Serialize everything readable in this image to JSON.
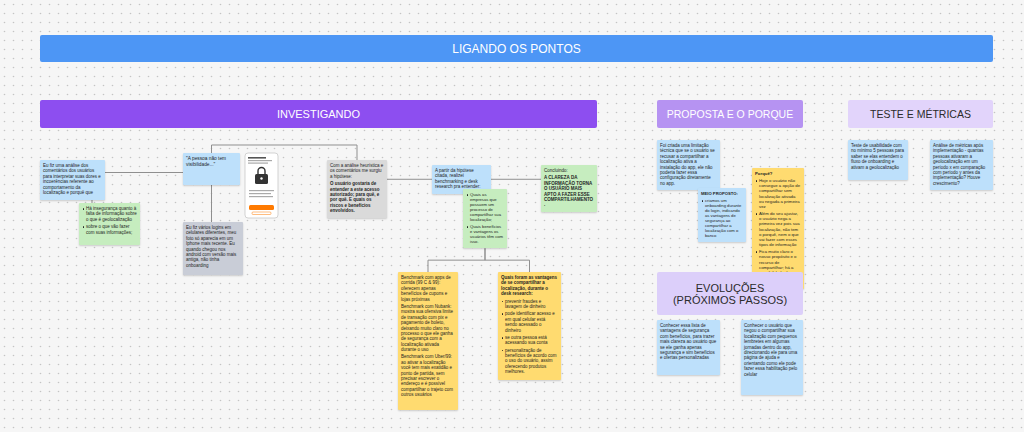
{
  "diagram": {
    "nodes": [
      {
        "text": [
          "LIGANDO OS PONTOS"
        ]
      },
      {
        "text": [
          "INVESTIGANDO"
        ]
      },
      {
        "text": [
          "PROPOSTA E O PORQUE"
        ]
      },
      {
        "text": [
          "TESTE E MÉTRICAS"
        ]
      },
      {
        "text": [
          "Eu fiz uma análise dos comentários dos usuários para interpretar suas dores e incoerências referente ao comportamento da localização e porquê que"
        ]
      },
      {
        "text": [
          "Há insegurança quanto à falta de informação sobre o que é geolocalização",
          "sobre o que vão fazer com suas informações;"
        ]
      },
      {
        "text": [
          "\"A pessoa não tem visibilidade...\""
        ]
      },
      {
        "text": [
          "Eu fiz vários logins em celulares diferentes, meu foto só aparecia em um Iphone mais recente. Eu quando chegou nos android com versão mais antiga, não tinha onboarding"
        ]
      },
      {
        "text": [
          "Com a análise heurística e os comentários me surgiu a hipótese:",
          "O usuário gostaria de entender a este acesso autorizado; para quê, e por quê. E quais os riscos e benefícios envolvidos."
        ]
      },
      {
        "text": [
          "A partir da hipótese citada, realizei benchmarking e desk research pra entender:"
        ]
      },
      {
        "text": [
          "Quais as empresas que possuem um processo de compartilhar sua localização;",
          "Quais benefícios e vantagens os usuários têm com isso."
        ]
      },
      {
        "text": [
          "Concluindo:",
          "A CLAREZA DA INFORMAÇÃO TORNA O USUÁRIO MAIS APTO A FAZER ESSE COMPARTILHAMENTO."
        ]
      },
      {
        "text": [
          "Benchmark com apps de corrida (99 C & 99): oferecem apenas benefícios de cupons e lojas próximas",
          "Benchmark com Nubank: mostra sua ofensiva limite de transação com pix e pagamento de boleto, deixando muito claro no processo o que ele ganha de segurança com a localização ativada durante o uso",
          "Benchmark com Uber/99: ao ativar a localização você tem mais exatidão e ponto de partida, sem precisar escrever o endereço e é possível compartilhar o trajeto com outros usuários"
        ]
      },
      {
        "text": [
          "Quais foram as vantagens de se compartilhar a localização, durante o desk research:",
          "prevenir fraudes e lavagem de dinheiro",
          "pode identificar acesso e em qual celular está sendo acessado o dinheiro",
          "se outra pessoa está acessando sua conta",
          "personalização de benefícios de acordo com o uso do usuário, assim oferecendo produtos melhores."
        ]
      },
      {
        "text": [
          "Foi criada uma limitação técnica que se o usuário se recusar a compartilhar a localização ativa a instalação do app, ele não poderia fazer essa configuração diretamente no app."
        ]
      },
      {
        "text": [
          "MEIO PROPOSTO:",
          "criamos um onboarding durante do login, indicando as vantagens de segurança ao compartilhar a localização com o banco"
        ]
      },
      {
        "text": [
          "Porquê?",
          "Hoje o usuário não consegue a opção de compartilhar sem localização ativada ou negada a primeira vez",
          "Além do seu ajustar, o usuário nega a primeira vez pois sua localização, não tem o porquê, nem o que vai fazer com esses tipos de informação",
          "Fica muito claro o nosso propósito e o recurso de compartilhar; há a possibilidade de compartilhar sua localização"
        ]
      },
      {
        "text": [
          "Teste de usabilidade com no mínimo 5 pessoas para saber se elas entendem o fluxo de onboarding e ativam a geolocalização"
        ]
      },
      {
        "text": [
          "Análise de métricas após implementação - quantas pessoas ativaram a geolocalização em um período x em comparação com período y antes da implementação? Houve crescimento?"
        ]
      },
      {
        "text": [
          "EVOLUÇÕES (PRÓXIMOS PASSOS)"
        ]
      },
      {
        "text": [
          "Conhecer essa lista de vantagens de segurança com benefícios, para trazer mais clareza ao usuário que se ele ganha apenas segurança e sim benefícios e ofertas personalizadas"
        ]
      },
      {
        "text": [
          "Conhecer o usuário que negou o compartilhar sua localização com pequenos lembretes em algumas jornadas dentro do app, direcionando ele para uma página de ajuda e orientando como ele pode fazer essa habilitação pelo celular"
        ]
      }
    ],
    "edges": [
      {
        "from": 4,
        "to": 5,
        "arrow": "none"
      },
      {
        "from": 4,
        "to": 6,
        "arrow": "none"
      },
      {
        "from": 6,
        "to": 7,
        "arrow": "none"
      },
      {
        "from": 6,
        "to": 8,
        "arrow": "none"
      },
      {
        "from": 8,
        "to": 9,
        "arrow": "none"
      },
      {
        "from": 9,
        "to": 11,
        "arrow": "none"
      },
      {
        "from": 10,
        "to": 12,
        "arrow": "none"
      },
      {
        "from": 10,
        "to": 13,
        "arrow": "none"
      }
    ]
  }
}
